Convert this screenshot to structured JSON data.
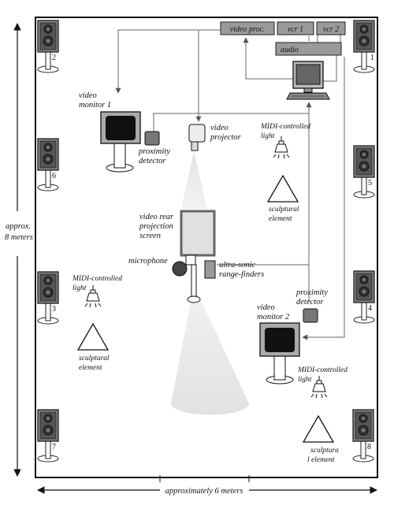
{
  "equipment": {
    "video_proc": "video proc.",
    "vcr1": "vcr 1",
    "vcr2": "vcr 2",
    "audio": "audio"
  },
  "labels": {
    "video_monitor_1": [
      "video",
      "monitor 1"
    ],
    "proximity_detector_1": [
      "proximity",
      "detector"
    ],
    "video_projector": [
      "video",
      "projector"
    ],
    "midi_light_1": [
      "MIDI-controlled",
      "light"
    ],
    "sculptural_element_1": [
      "sculptural",
      "element"
    ],
    "rear_projection_screen": [
      "video rear",
      "projection",
      "screen"
    ],
    "microphone": "microphone",
    "ultrasonic": [
      "ultra-sonic",
      "range-finders"
    ],
    "midi_light_2": [
      "MIDI-controlled",
      "light"
    ],
    "proximity_detector_2": [
      "proximity",
      "detector"
    ],
    "video_monitor_2": [
      "video",
      "monitor 2"
    ],
    "sculptural_element_2": [
      "sculptural",
      "element"
    ],
    "midi_light_3": [
      "MIDI-controlled",
      "light"
    ],
    "sculptural_element_3": [
      "sculptura",
      "l element"
    ]
  },
  "speakers": [
    "1",
    "2",
    "3",
    "4",
    "5",
    "6",
    "7",
    "8"
  ],
  "dimensions": {
    "height": [
      "approx.",
      "8 meters"
    ],
    "width": "approximately 6 meters"
  }
}
